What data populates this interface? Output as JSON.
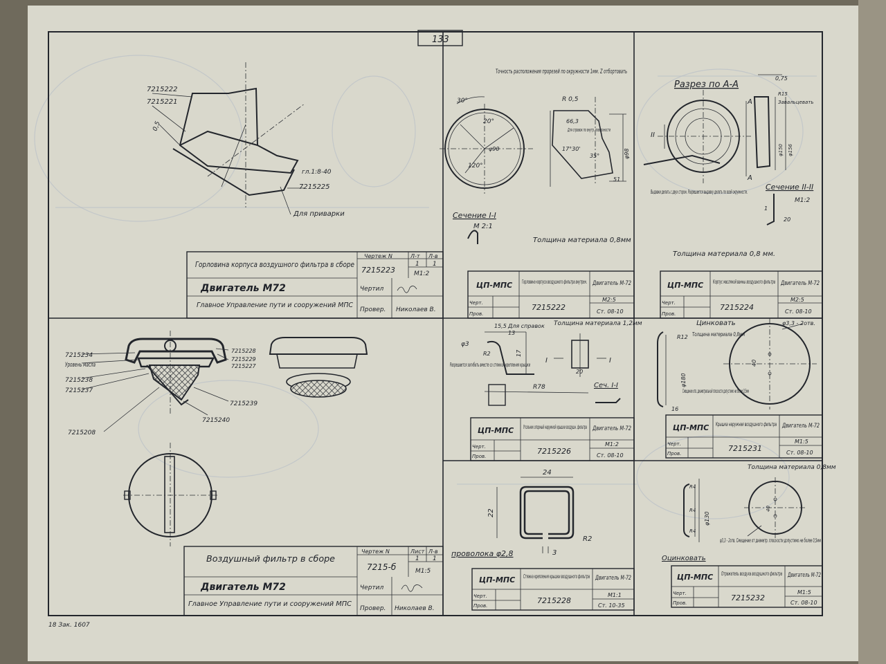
{
  "page_number": "133",
  "footer_text": "18 Зак. 1607",
  "sheets": {
    "intake_neck": {
      "title": "Горловина корпуса воздушного фильтра в сборе",
      "drawing_no_label": "Чертеж N",
      "drawing_no": "7215223",
      "sheet_label": "Л-т",
      "sheets_label": "Л-в",
      "sheet": "1",
      "sheets": "1",
      "scale": "M1:2",
      "engine": "Двигатель М72",
      "authority": "Главное Управление пути и сооружений МПС",
      "drawn_label": "Чертил",
      "checked_label": "Провер.",
      "checker": "Николаев В.",
      "callouts": [
        "7215222",
        "7215221",
        "7215225",
        "Для приварки",
        "гл.1:8-40"
      ]
    },
    "neck_inner": {
      "org": "ЦП-МПС",
      "title": "Горловина корпуса воздушного фильтра внутрен.",
      "engine": "Двигатель М-72",
      "number": "7215222",
      "scale": "M2:5",
      "material": "Ст. 08-10",
      "drawn_label": "Черт.",
      "checked_label": "Пров.",
      "section": "Сечение I-I",
      "section_scale": "М 2:1",
      "thickness_note": "Толщина материала 0,8мм",
      "note": "Точность расположения прорезей по окружности 1мм. Z отбортовать",
      "dims": [
        "30°",
        "20°",
        "120°",
        "R 0,5",
        "66,3",
        "Для справок по внутр. поверхности",
        "17°30'",
        "35°",
        "φ90",
        "φ98",
        "51"
      ]
    },
    "oil_bath": {
      "org": "ЦП-МПС",
      "title": "Корпус масляной ванны воздушного фильтра",
      "engine": "Двигатель М-72",
      "number": "7215224",
      "scale": "M2:5",
      "material": "Ст. 08-10",
      "drawn_label": "Черт.",
      "checked_label": "Пров.",
      "section_title": "Разрез по А-А",
      "section2": "Сечение II-II",
      "section2_scale": "M1:2",
      "note": "Выдавки делать с двух сторон. Разрешается выдавку делать по всей окружности.",
      "thickness_note": "Толщина материала 0,8 мм.",
      "dims": [
        "0,75",
        "R15",
        "Завальцевать",
        "φ150",
        "φ156",
        "1",
        "20",
        "II",
        "A"
      ]
    },
    "filter_assembly": {
      "title": "Воздушный фильтр в сборе",
      "drawing_no_label": "Чертеж N",
      "drawing_no": "7215-б",
      "sheet_label": "Лист",
      "sheets_label": "Л-в",
      "sheet": "1",
      "sheets": "1",
      "scale": "M1:5",
      "engine": "Двигатель М72",
      "authority": "Главное Управление пути и сооружений МПС",
      "drawn_label": "Чертил",
      "checked_label": "Провер.",
      "checker": "Николаев В.",
      "callouts": [
        "7215234",
        "Уровень масла",
        "7215238",
        "7215237",
        "7215208",
        "7215228",
        "7215227",
        "7215229",
        "7215239",
        "7215240"
      ]
    },
    "bracket": {
      "org": "ЦП-МПС",
      "title": "Угольник опорный наружной крышки воздушн. фильтра",
      "engine": "Двигатель М-72",
      "number": "7215226",
      "scale": "M1:2",
      "material": "Ст. 08-10",
      "drawn_label": "Черт.",
      "checked_label": "Пров.",
      "thickness_note": "Толщина материала 1,2мм",
      "note": "Разрешается загибать вместе со стяжкой крепления крышки",
      "section": "Сеч. I-I",
      "dims": [
        "15,5",
        "Для справок",
        "13",
        "φ3",
        "R2",
        "17",
        "R78",
        "20",
        "I"
      ]
    },
    "outer_cover": {
      "org": "ЦП-МПС",
      "title": "Крышка наружная воздушного фильтра",
      "engine": "Двигатель М-72",
      "number": "7215231",
      "scale": "M1:5",
      "material": "Ст. 08-10",
      "drawn_label": "Черт.",
      "checked_label": "Пров.",
      "note_top": "Цинковать",
      "thickness_note": "Толщина материала 0,8мм",
      "offset_note": "Смещение отв. диаметральной плоскости допустимо не более 0,5мм",
      "dims": [
        "R12",
        "φ180",
        "40",
        "φ3,3 - 2отв.",
        "16"
      ]
    },
    "clamp": {
      "org": "ЦП-МПС",
      "title": "Стяжка крепления крышки воздушного фильтра",
      "engine": "Двигатель М-72",
      "number": "7215228",
      "scale": "M1:1",
      "material": "Ст. 10-35",
      "drawn_label": "Черт.",
      "checked_label": "Пров.",
      "wire": "проволока φ2,8",
      "dims": [
        "24",
        "22",
        "3",
        "R2"
      ]
    },
    "reflector": {
      "org": "ЦП-МПС",
      "title": "Отражатель воздуха воздушного фильтра",
      "engine": "Двигатель М-72",
      "number": "7215232",
      "scale": "M1:5",
      "material": "Ст. 08-10",
      "drawn_label": "Черт.",
      "checked_label": "Пров.",
      "note_bottom": "Оцинковать",
      "thickness_note": "Толщина материала 0,8мм",
      "offset_note": "φ3,3 - 2отв. Смещение от диаметр. плоскости допустимо не более 0,5мм",
      "dims": [
        "R4",
        "R4",
        "R4",
        "40",
        "φ130"
      ]
    }
  }
}
